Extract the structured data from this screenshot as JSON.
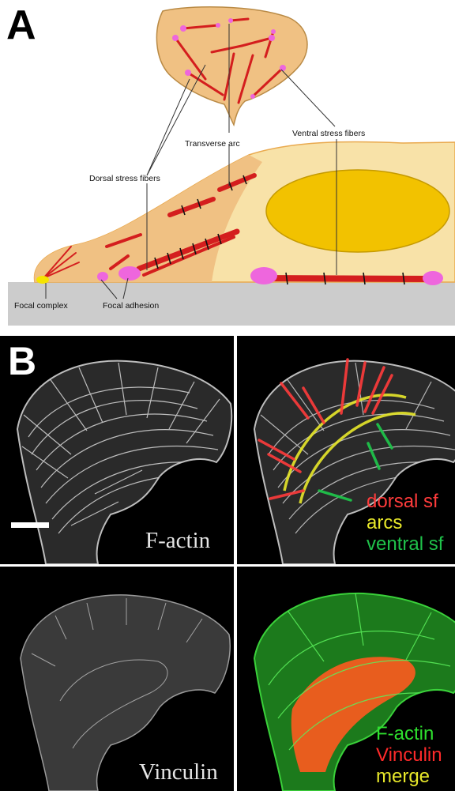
{
  "panel_a": {
    "letter": "A",
    "labels": {
      "transverse_arc": "Transverse arc",
      "ventral_stress_fibers": "Ventral stress fibers",
      "dorsal_stress_fibers": "Dorsal stress fibers",
      "focal_complex": "Focal complex",
      "focal_adhesion": "Focal adhesion"
    }
  },
  "panel_b": {
    "letter": "B",
    "top_left_label": "F-actin",
    "top_right_legend": [
      "dorsal sf",
      "arcs",
      "ventral sf"
    ],
    "bottom_left_label": "Vinculin",
    "bottom_right_legend": [
      "F-actin",
      "Vinculin",
      "merge"
    ]
  },
  "colors": {
    "cell_body": "#F8E2A8",
    "cell_edge": "#E9A94E",
    "lamella": "#F0C183",
    "nucleus": "#F2C200",
    "stress_fiber": "#D41E1E",
    "adhesion": "#EE66DD",
    "focal_complex": "#F5E400",
    "substrate": "#CCCCCC",
    "dorsal_sf": "#FF3B3B",
    "arcs": "#E8E82A",
    "ventral_sf": "#1FC24A"
  }
}
